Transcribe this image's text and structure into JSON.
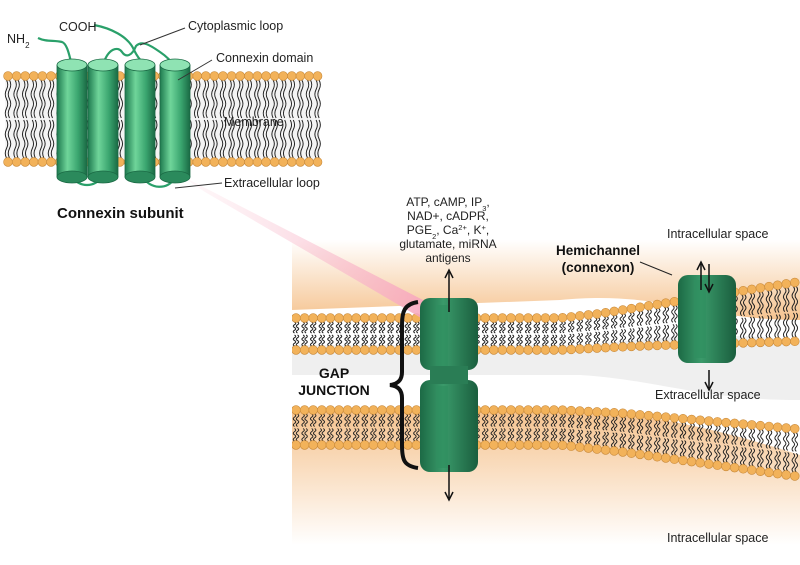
{
  "subunit": {
    "nh2_main": "NH",
    "nh2_sub": "2",
    "cooh": "COOH",
    "cytoplasmic_loop": "Cytoplasmic loop",
    "connexin_domain": "Connexin domain",
    "membrane": "Membrane",
    "extracellular_loop": "Extracellular loop",
    "title": "Connexin subunit"
  },
  "molecules": {
    "line1": "ATP, cAMP, IP",
    "line1_sub": "3",
    "line1_end": ",",
    "line2": "NAD+, cADPR,",
    "line3_a": "PGE",
    "line3_sub": "2",
    "line3_b": ", Ca",
    "line3_sup1": "2+",
    "line3_c": ", K",
    "line3_sup2": "+",
    "line3_d": ",",
    "line4": "glutamate, miRNA",
    "line5": "antigens"
  },
  "junction": {
    "gap_line1": "GAP",
    "gap_line2": "JUNCTION",
    "hemichannel_line1": "Hemichannel",
    "hemichannel_line2": "(connexon)",
    "intracellular_top": "Intracellular space",
    "extracellular": "Extracellular space",
    "intracellular_bottom": "Intracellular space"
  },
  "colors": {
    "channel_green": "#2e8b63",
    "channel_dark": "#1f6b48",
    "lipid_head": "#f2b25a",
    "cytoplasm_orange": "#f6c48e",
    "tail": "#222222"
  }
}
